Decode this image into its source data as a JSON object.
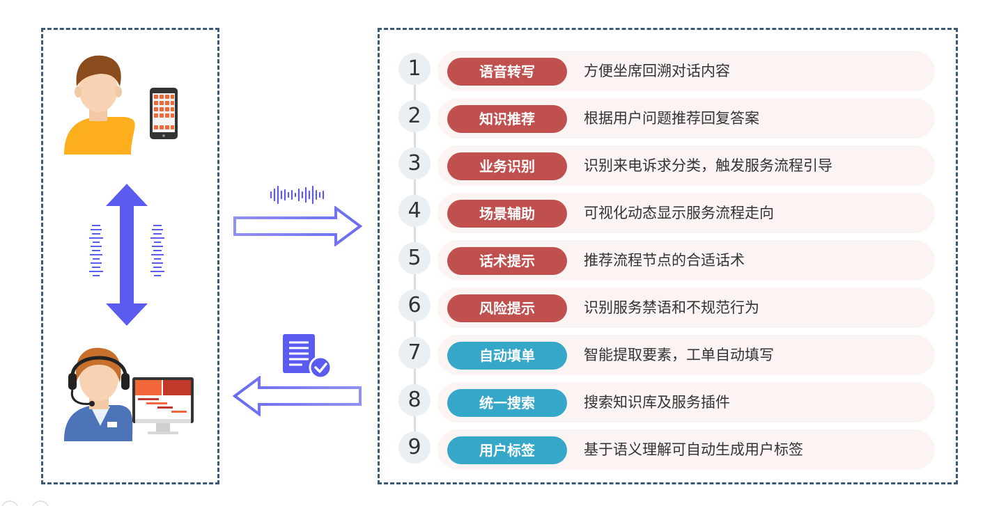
{
  "colors": {
    "frame": "#3a5a78",
    "tag_red": "#c0504d",
    "tag_blue": "#35a7c9",
    "arrow": "#5b5bf0",
    "bar_bg": "#fbf4f2"
  },
  "left_panel": {
    "top_icon": "customer-with-phone-icon",
    "bottom_icon": "agent-with-headset-and-monitor-icon",
    "connector": "double-arrow-with-sound-waves-icon"
  },
  "middle": {
    "top_icon": "voice-waveform-icon",
    "bottom_icon": "document-check-icon"
  },
  "features": [
    {
      "number": "1",
      "tag": "语音转写",
      "desc": "方便坐席回溯对话内容",
      "color": "red"
    },
    {
      "number": "2",
      "tag": "知识推荐",
      "desc": "根据用户问题推荐回复答案",
      "color": "red"
    },
    {
      "number": "3",
      "tag": "业务识别",
      "desc": "识别来电诉求分类，触发服务流程引导",
      "color": "red"
    },
    {
      "number": "4",
      "tag": "场景辅助",
      "desc": "可视化动态显示服务流程走向",
      "color": "red"
    },
    {
      "number": "5",
      "tag": "话术提示",
      "desc": "推荐流程节点的合适话术",
      "color": "red"
    },
    {
      "number": "6",
      "tag": "风险提示",
      "desc": "识别服务禁语和不规范行为",
      "color": "red"
    },
    {
      "number": "7",
      "tag": "自动填单",
      "desc": "智能提取要素，工单自动填写",
      "color": "blue"
    },
    {
      "number": "8",
      "tag": "统一搜索",
      "desc": "搜索知识库及服务插件",
      "color": "blue"
    },
    {
      "number": "9",
      "tag": "用户标签",
      "desc": "基于语义理解可自动生成用户标签",
      "color": "blue"
    }
  ]
}
